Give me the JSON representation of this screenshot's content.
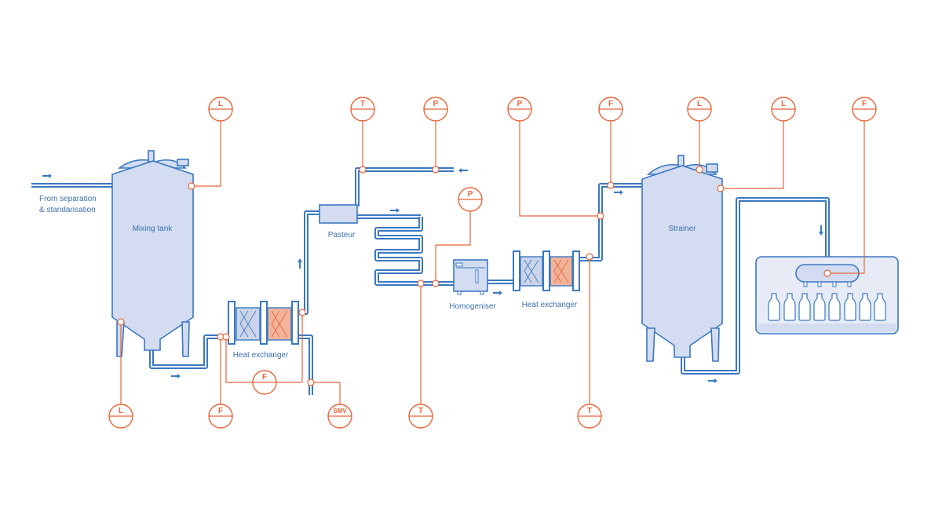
{
  "labels": {
    "source": [
      "From separation",
      "& standarisation"
    ],
    "mixing_tank": "Mixing tank",
    "heat_exchanger_1": "Heat exchanger",
    "pasteur": "Pasteur",
    "homogeniser": "Homogeniser",
    "heat_exchanger_2": "Heat exchanger",
    "strainer": "Strainer"
  },
  "instruments": {
    "mixing_tank_level": "L",
    "mixing_tank_bottom_level": "L",
    "hx1_flow": "F",
    "hx1_flow_mid": "F",
    "smv": "SMV",
    "pasteur_temp": "T",
    "pasteur_pressure": "P",
    "holding_temp": "T",
    "homogeniser_pressure": "P",
    "hx2_pressure": "P",
    "hx2_flow": "F",
    "hx2_temp": "T",
    "strainer_level_1": "L",
    "strainer_level_2": "L",
    "filler_flow": "F"
  },
  "colors": {
    "pipe": "#3a78c2",
    "instrument": "#e8653a",
    "vessel_fill": "#d3dcf0",
    "heating_plate": "#f2b49a"
  }
}
